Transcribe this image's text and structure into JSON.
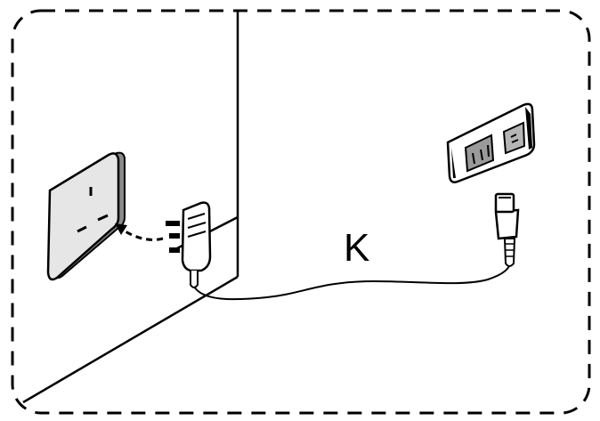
{
  "diagram": {
    "labels": {
      "cable": "K"
    },
    "components": [
      "uk-wall-socket",
      "uk-three-pin-plug",
      "power-cable",
      "iec-connector-plug",
      "appliance-inlet"
    ],
    "colors": {
      "ink": "#000000",
      "socket_face": "#e6e6e6",
      "socket_shadow": "#8a8a8a",
      "background": "#ffffff"
    },
    "icons": {
      "plug_direction": "dashed-arrow-icon"
    }
  }
}
